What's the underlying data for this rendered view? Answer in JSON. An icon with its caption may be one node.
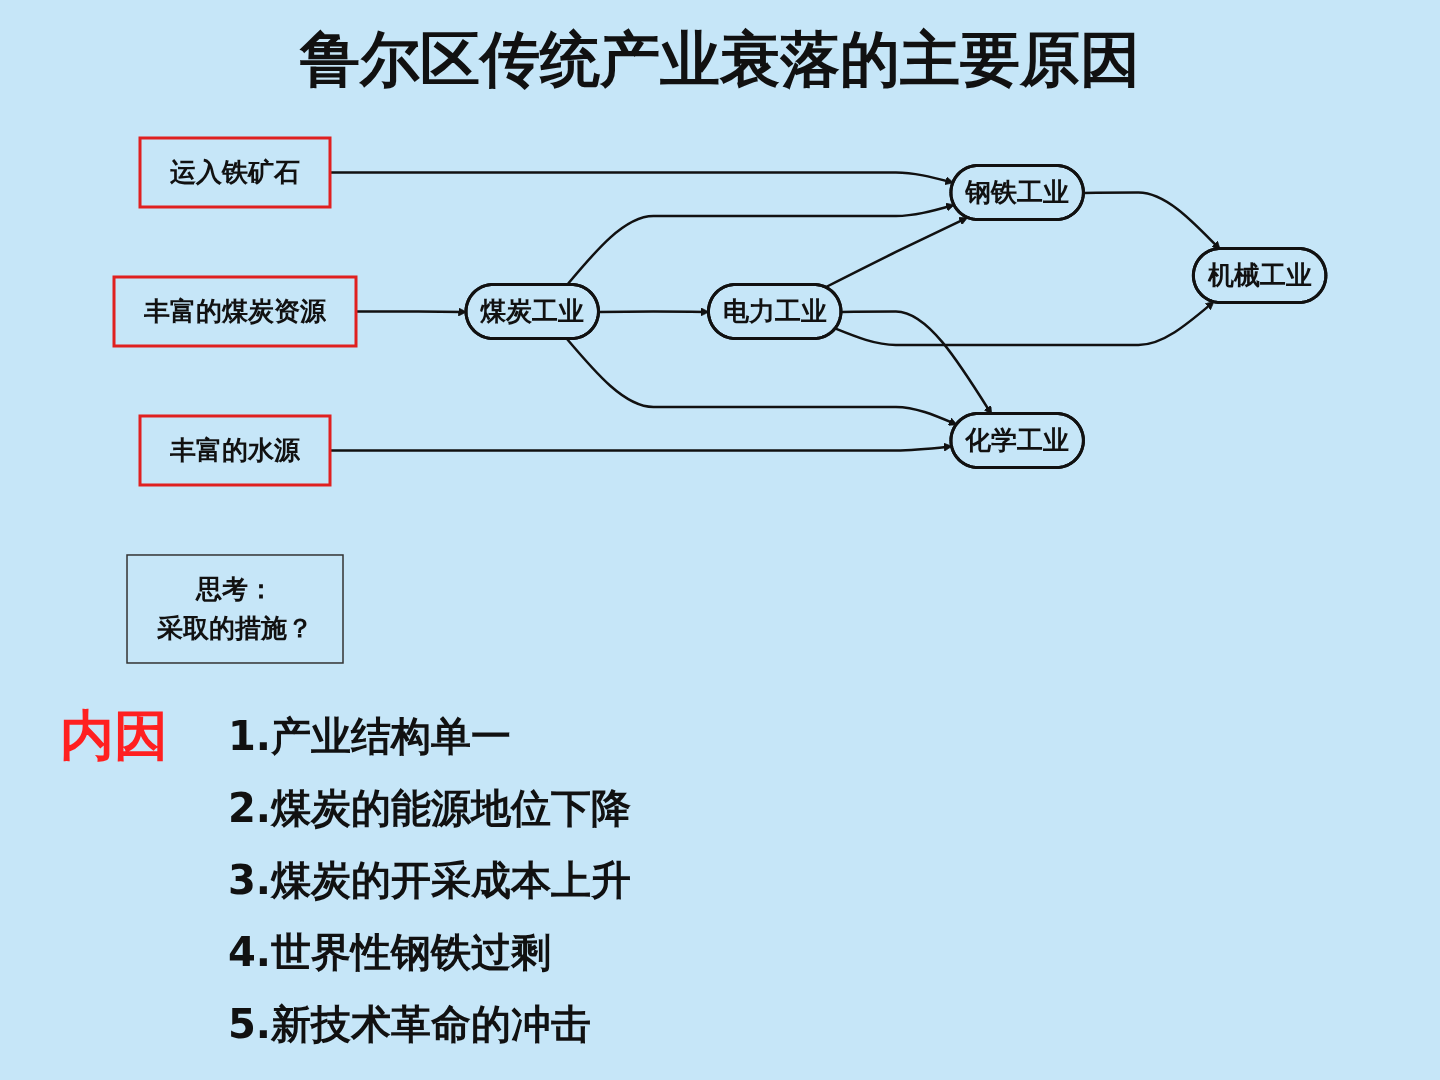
{
  "diagram": {
    "title": "鲁尔区传统产业衰落的主要原因",
    "nodes": [
      {
        "text": [
          "运入铁矿石"
        ]
      },
      {
        "text": [
          "丰富的煤炭资源"
        ]
      },
      {
        "text": [
          "丰富的水源"
        ]
      },
      {
        "text": [
          "钢铁工业"
        ]
      },
      {
        "text": [
          "机械工业"
        ]
      },
      {
        "text": [
          "煤炭工业"
        ]
      },
      {
        "text": [
          "电力工业"
        ]
      },
      {
        "text": [
          "化学工业"
        ]
      },
      {
        "text": [
          "思考：",
          "采取的措施？"
        ]
      }
    ],
    "edges": [
      {
        "from": 0,
        "to": 3,
        "arrow": "to"
      },
      {
        "from": 1,
        "to": 5,
        "arrow": "to"
      },
      {
        "from": 5,
        "to": 3,
        "arrow": "to"
      },
      {
        "from": 5,
        "to": 6,
        "arrow": "to"
      },
      {
        "from": 5,
        "to": 7,
        "arrow": "to"
      },
      {
        "from": 2,
        "to": 7,
        "arrow": "to"
      },
      {
        "from": 6,
        "to": 3,
        "arrow": "to"
      },
      {
        "from": 6,
        "to": 7,
        "arrow": "to"
      },
      {
        "from": 3,
        "to": 4,
        "arrow": "to"
      },
      {
        "from": 6,
        "to": 4,
        "arrow": "to"
      }
    ],
    "labels": [
      "内因",
      "1.产业结构单一",
      "2.煤炭的能源地位下降",
      "3.煤炭的开采成本上升",
      "4.世界性钢铁过剩",
      "5.新技术革命的冲击"
    ]
  }
}
